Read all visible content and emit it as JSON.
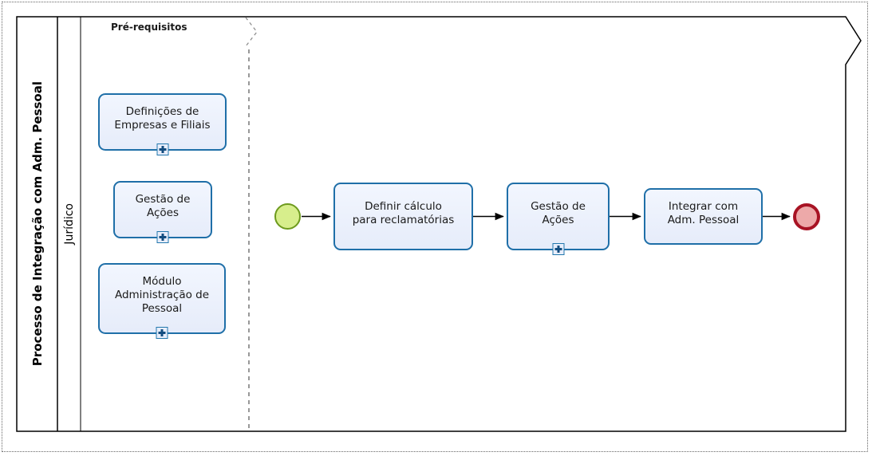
{
  "diagram": {
    "type": "bpmn",
    "pool_title": "Processo de Integração com Adm. Pessoal",
    "lanes": [
      {
        "label": "Jurídico"
      }
    ],
    "phases": [
      {
        "label": "Pré-requisitos"
      }
    ],
    "colors": {
      "task_border": "#1f6fa8",
      "task_fill": "#eaeffb",
      "start_event_border": "#6d9a1d",
      "start_event_fill": "#d7ee8c",
      "end_event_border": "#a81324",
      "end_event_fill": "#eda9a9",
      "connector": "#000000",
      "pool_border": "#000000",
      "phase_divider": "#555555"
    },
    "prerequisites": [
      {
        "label": "Definições de\nEmpresas e Filiais",
        "marker": "plus-icon"
      },
      {
        "label": "Gestão de\nAções",
        "marker": "plus-icon"
      },
      {
        "label": "Módulo\nAdministração de\nPessoal",
        "marker": "plus-icon"
      }
    ],
    "flow": {
      "start_event": {
        "name": "start-event"
      },
      "tasks": [
        {
          "label": "Definir cálculo\npara reclamatórias",
          "marker": "none"
        },
        {
          "label": "Gestão de\nAções",
          "marker": "plus-icon"
        },
        {
          "label": "Integrar com\nAdm. Pessoal",
          "marker": "none"
        }
      ],
      "end_event": {
        "name": "end-event"
      }
    }
  }
}
